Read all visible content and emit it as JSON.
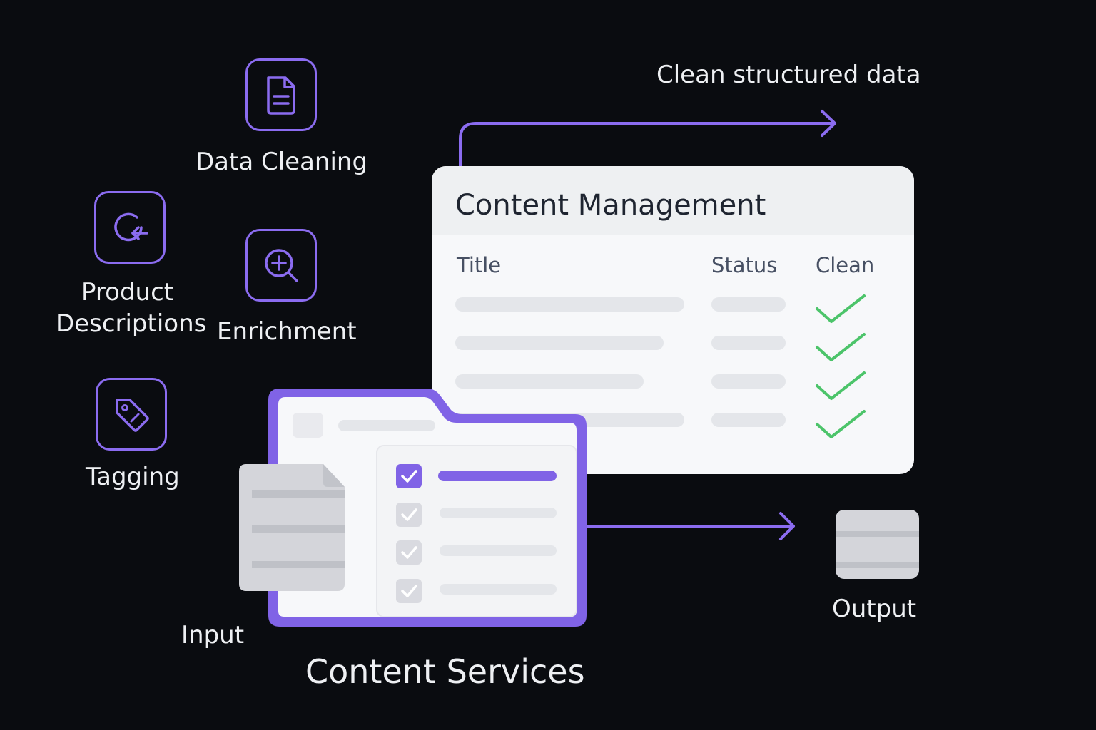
{
  "services": [
    {
      "label": "Data Cleaning",
      "icon": "document-icon"
    },
    {
      "label_line1": "Product",
      "label_line2": "Descriptions",
      "icon": "refresh-icon"
    },
    {
      "label": "Enrichment",
      "icon": "zoom-in-icon"
    },
    {
      "label": "Tagging",
      "icon": "tag-icon"
    }
  ],
  "flow": {
    "top_arrow_label": "Clean structured data",
    "input_label": "Input",
    "output_label": "Output"
  },
  "content_management": {
    "title": "Content Management",
    "columns": [
      "Title",
      "Status",
      "Clean"
    ],
    "rows": 4
  },
  "folder_title": "Content Services",
  "colors": {
    "accent": "#8b6cf0",
    "check_green": "#4cc46a",
    "background": "#0a0c10"
  }
}
